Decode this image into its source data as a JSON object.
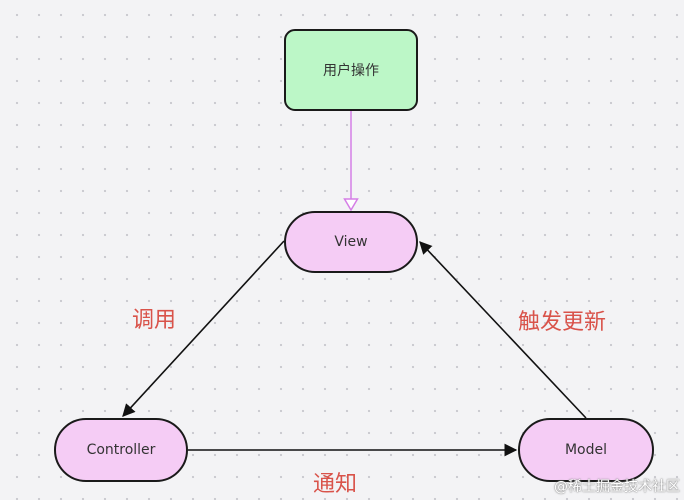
{
  "diagram": {
    "nodes": {
      "user_action": "用户操作",
      "view": "View",
      "controller": "Controller",
      "model": "Model"
    },
    "edges": {
      "call": "调用",
      "trigger_update": "触发更新",
      "notify": "通知"
    }
  },
  "colors": {
    "action_node_fill": "#bcf7c7",
    "component_node_fill": "#f5ccf5",
    "edge_label": "#d9534a",
    "user_edge": "#d57ee6",
    "edge": "#111111"
  },
  "watermark": "@稀土掘金技术社区"
}
